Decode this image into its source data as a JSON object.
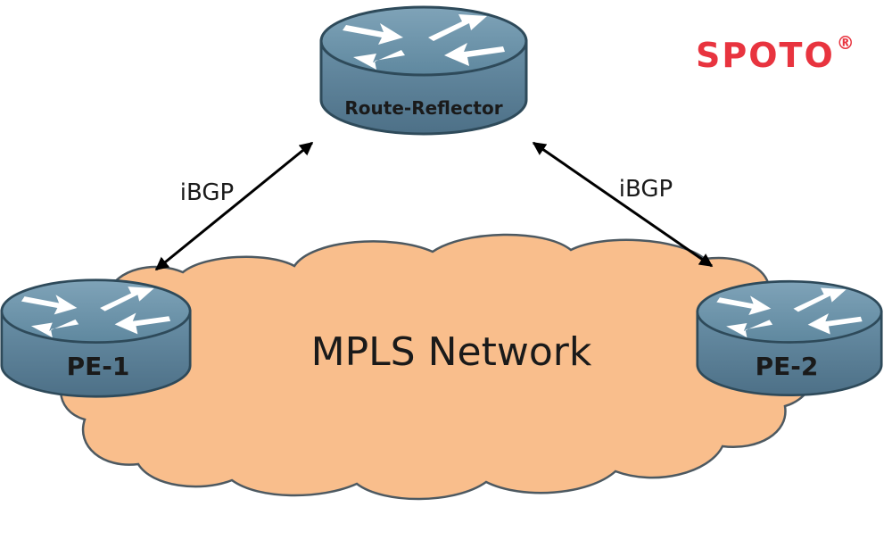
{
  "colors": {
    "cloud_fill": "#f9be8c",
    "cloud_stroke": "#4d5961",
    "router_top": "#6b92a9",
    "router_side": "#5a7f95",
    "router_edge": "#2e4a5a",
    "arrow": "#000000",
    "brand": "#e8343f",
    "text": "#1a1a1a"
  },
  "brand": {
    "name": "SPOTO",
    "registered_mark": "®"
  },
  "cloud": {
    "label": "MPLS Network"
  },
  "routers": {
    "route_reflector": {
      "label": "Route-Reflector",
      "icon": "router-icon"
    },
    "pe1": {
      "label": "PE-1",
      "icon": "router-icon"
    },
    "pe2": {
      "label": "PE-2",
      "icon": "router-icon"
    }
  },
  "links": [
    {
      "label": "iBGP",
      "from": "route_reflector",
      "to": "pe1",
      "style": "bidirectional-arrow"
    },
    {
      "label": "iBGP",
      "from": "route_reflector",
      "to": "pe2",
      "style": "bidirectional-arrow"
    }
  ]
}
